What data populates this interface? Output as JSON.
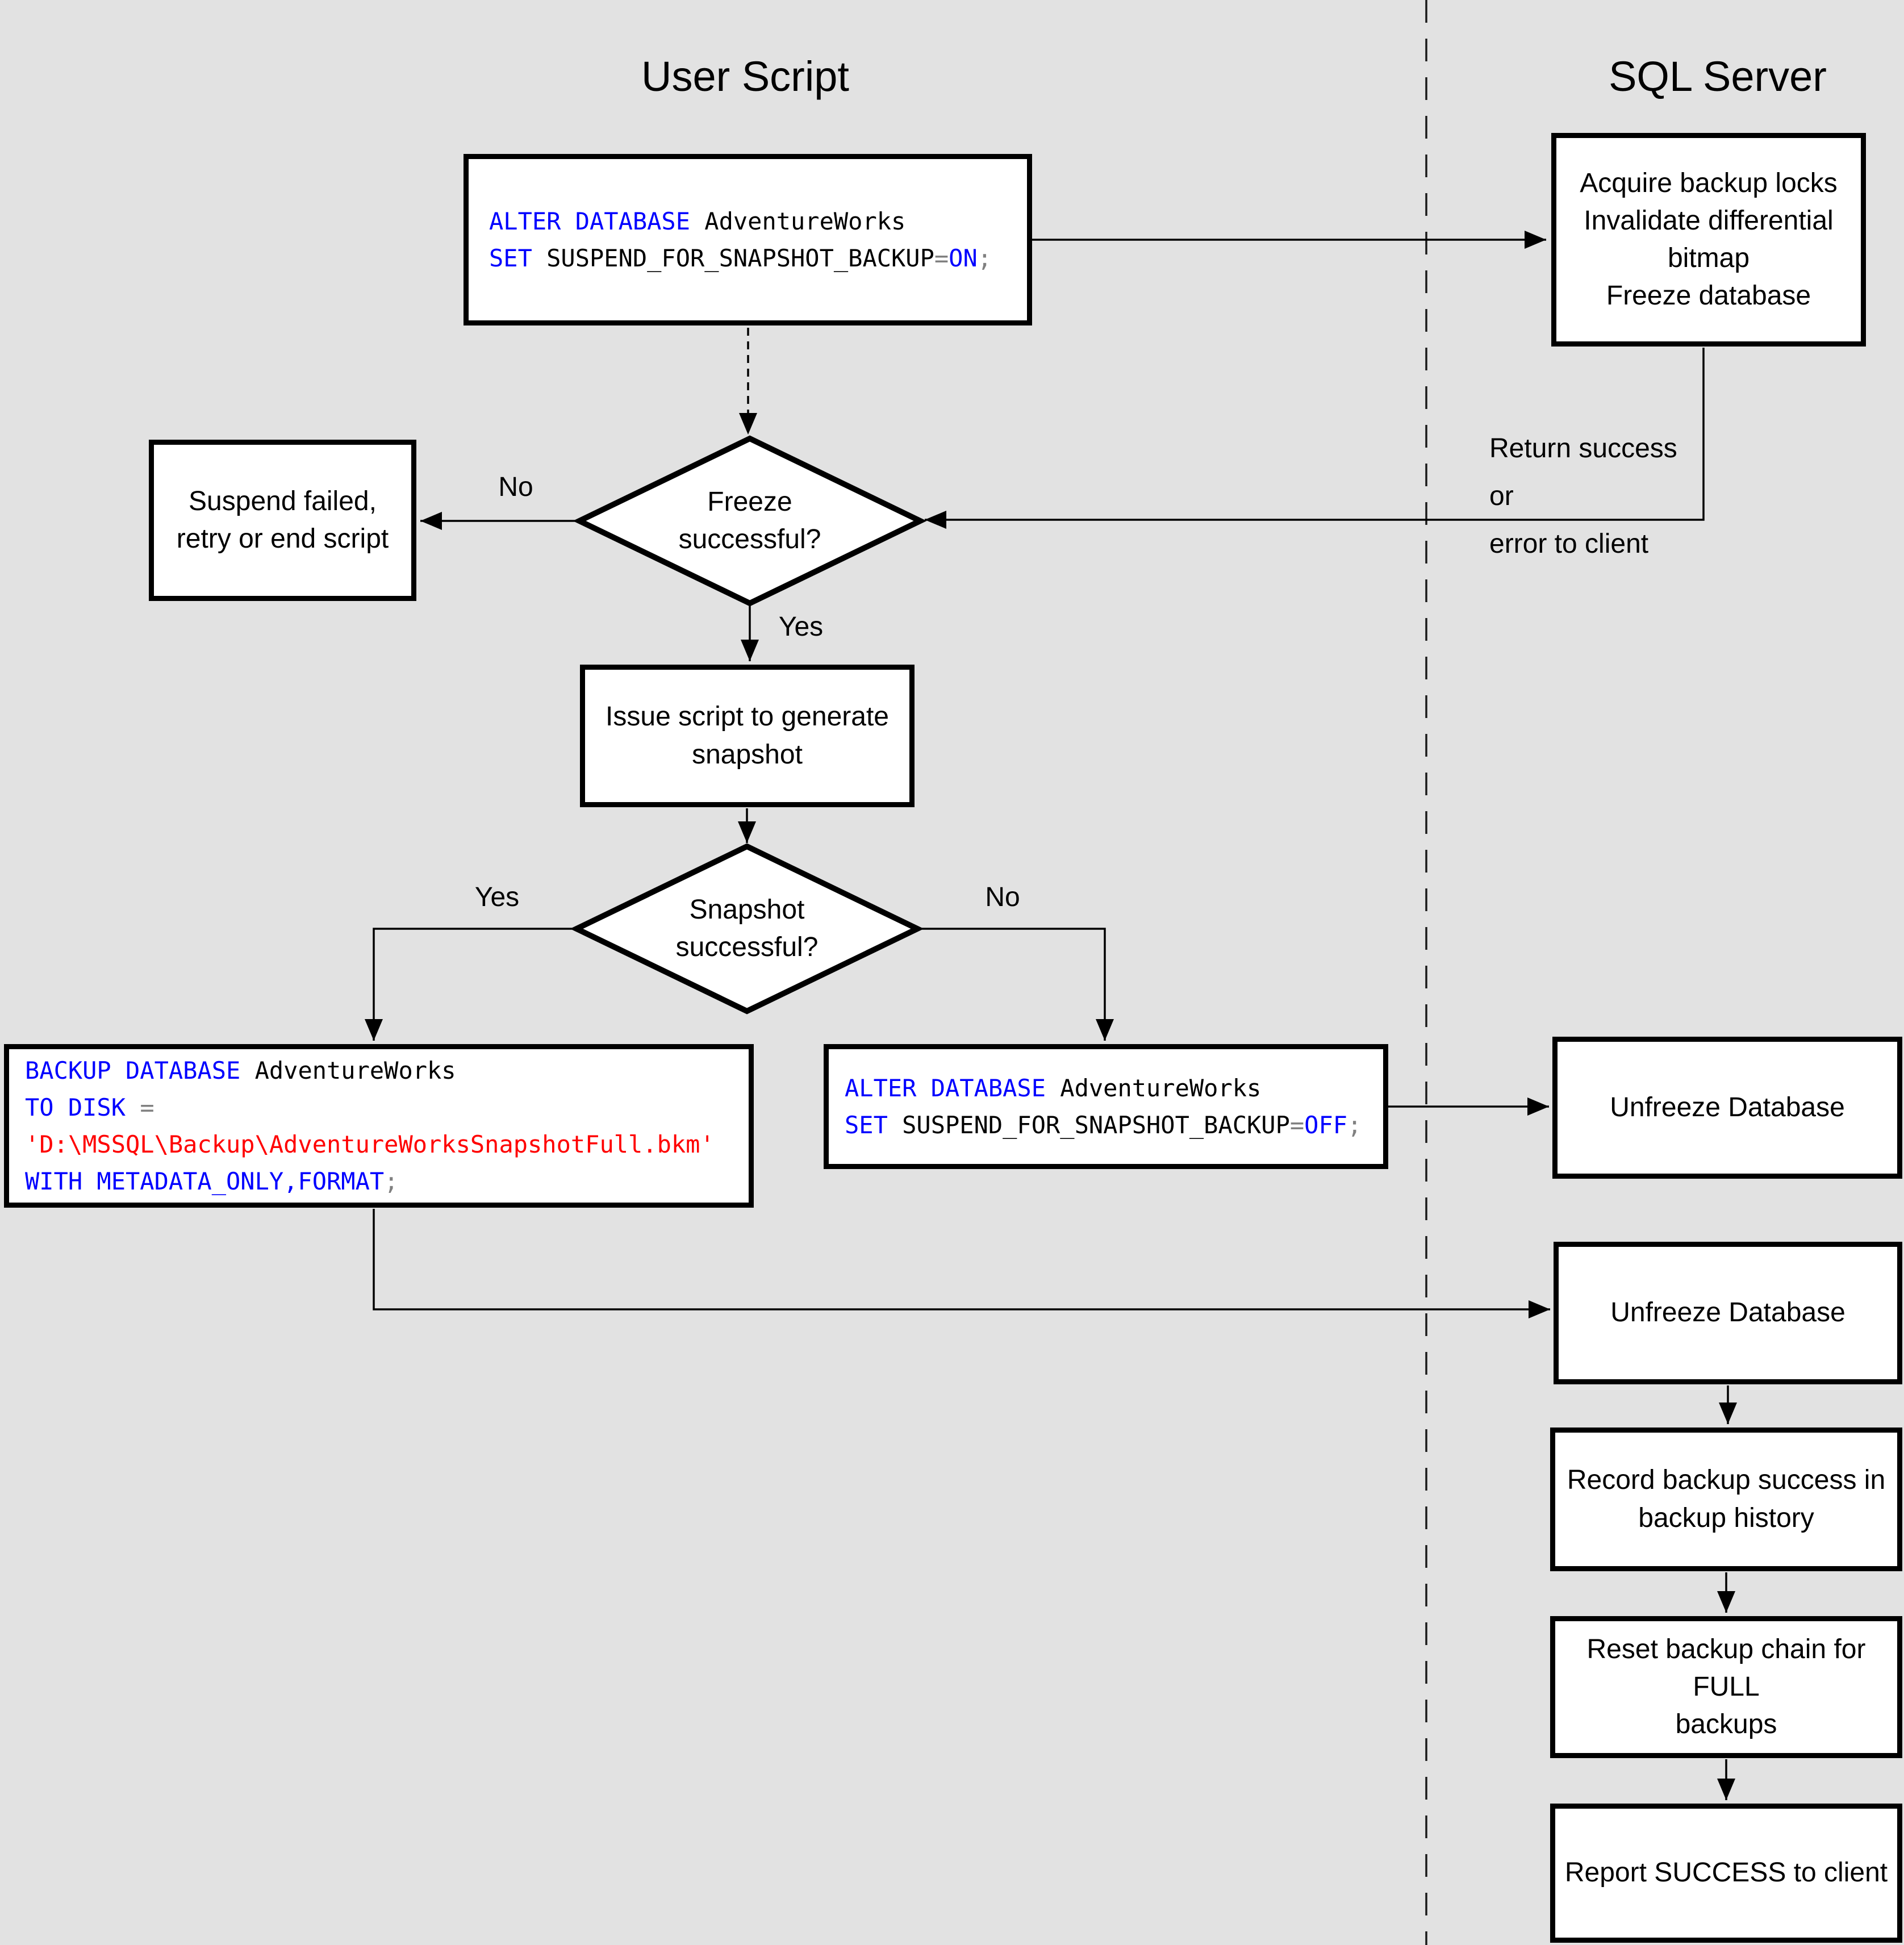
{
  "titles": {
    "left": "User Script",
    "right": "SQL Server"
  },
  "colors": {
    "keyword": "#0000ff",
    "string": "#ff0000",
    "operator": "#808080",
    "background": "#e2e2e2",
    "node_fill": "#ffffff",
    "line": "#000000"
  },
  "nodes": {
    "sql_on": {
      "code": [
        [
          [
            "ALTER DATABASE",
            "kw"
          ],
          [
            " AdventureWorks",
            "tx"
          ]
        ],
        [
          [
            "SET",
            "kw"
          ],
          [
            " SUSPEND_FOR_SNAPSHOT_BACKUP",
            "tx"
          ],
          [
            "=",
            "op"
          ],
          [
            "ON",
            "kw"
          ],
          [
            ";",
            "op"
          ]
        ]
      ]
    },
    "acquire": {
      "label": "Acquire backup locks\nInvalidate differential bitmap\nFreeze database"
    },
    "suspend_failed": {
      "label": "Suspend failed,\nretry or end script"
    },
    "freeze_question": {
      "label": "Freeze\nsuccessful?"
    },
    "issue_script": {
      "label": "Issue script to generate\nsnapshot"
    },
    "snapshot_question": {
      "label": "Snapshot\nsuccessful?"
    },
    "backup": {
      "code": [
        [
          [
            "BACKUP DATABASE",
            "kw"
          ],
          [
            " AdventureWorks",
            "tx"
          ]
        ],
        [
          [
            "TO DISK",
            "kw"
          ],
          [
            " ",
            "tx"
          ],
          [
            "=",
            "op"
          ]
        ],
        [
          [
            "'D:\\MSSQL\\Backup\\AdventureWorksSnapshotFull.bkm'",
            "str"
          ]
        ],
        [
          [
            "WITH METADATA_ONLY,FORMAT",
            "kw"
          ],
          [
            ";",
            "op"
          ]
        ]
      ]
    },
    "sql_off": {
      "code": [
        [
          [
            "ALTER DATABASE",
            "kw"
          ],
          [
            " AdventureWorks",
            "tx"
          ]
        ],
        [
          [
            "SET",
            "kw"
          ],
          [
            " SUSPEND_FOR_SNAPSHOT_BACKUP",
            "tx"
          ],
          [
            "=",
            "op"
          ],
          [
            "OFF",
            "kw"
          ],
          [
            ";",
            "op"
          ]
        ]
      ]
    },
    "unfreeze1": {
      "label": "Unfreeze Database"
    },
    "unfreeze2": {
      "label": "Unfreeze Database"
    },
    "record_history": {
      "label": "Record backup success in\nbackup history"
    },
    "reset_chain": {
      "label": "Reset backup chain for FULL\nbackups"
    },
    "report_success": {
      "label": "Report SUCCESS to client"
    }
  },
  "edge_labels": {
    "no1": "No",
    "yes1": "Yes",
    "yes2": "Yes",
    "no2": "No",
    "return_note": "Return success or\nerror to client"
  }
}
